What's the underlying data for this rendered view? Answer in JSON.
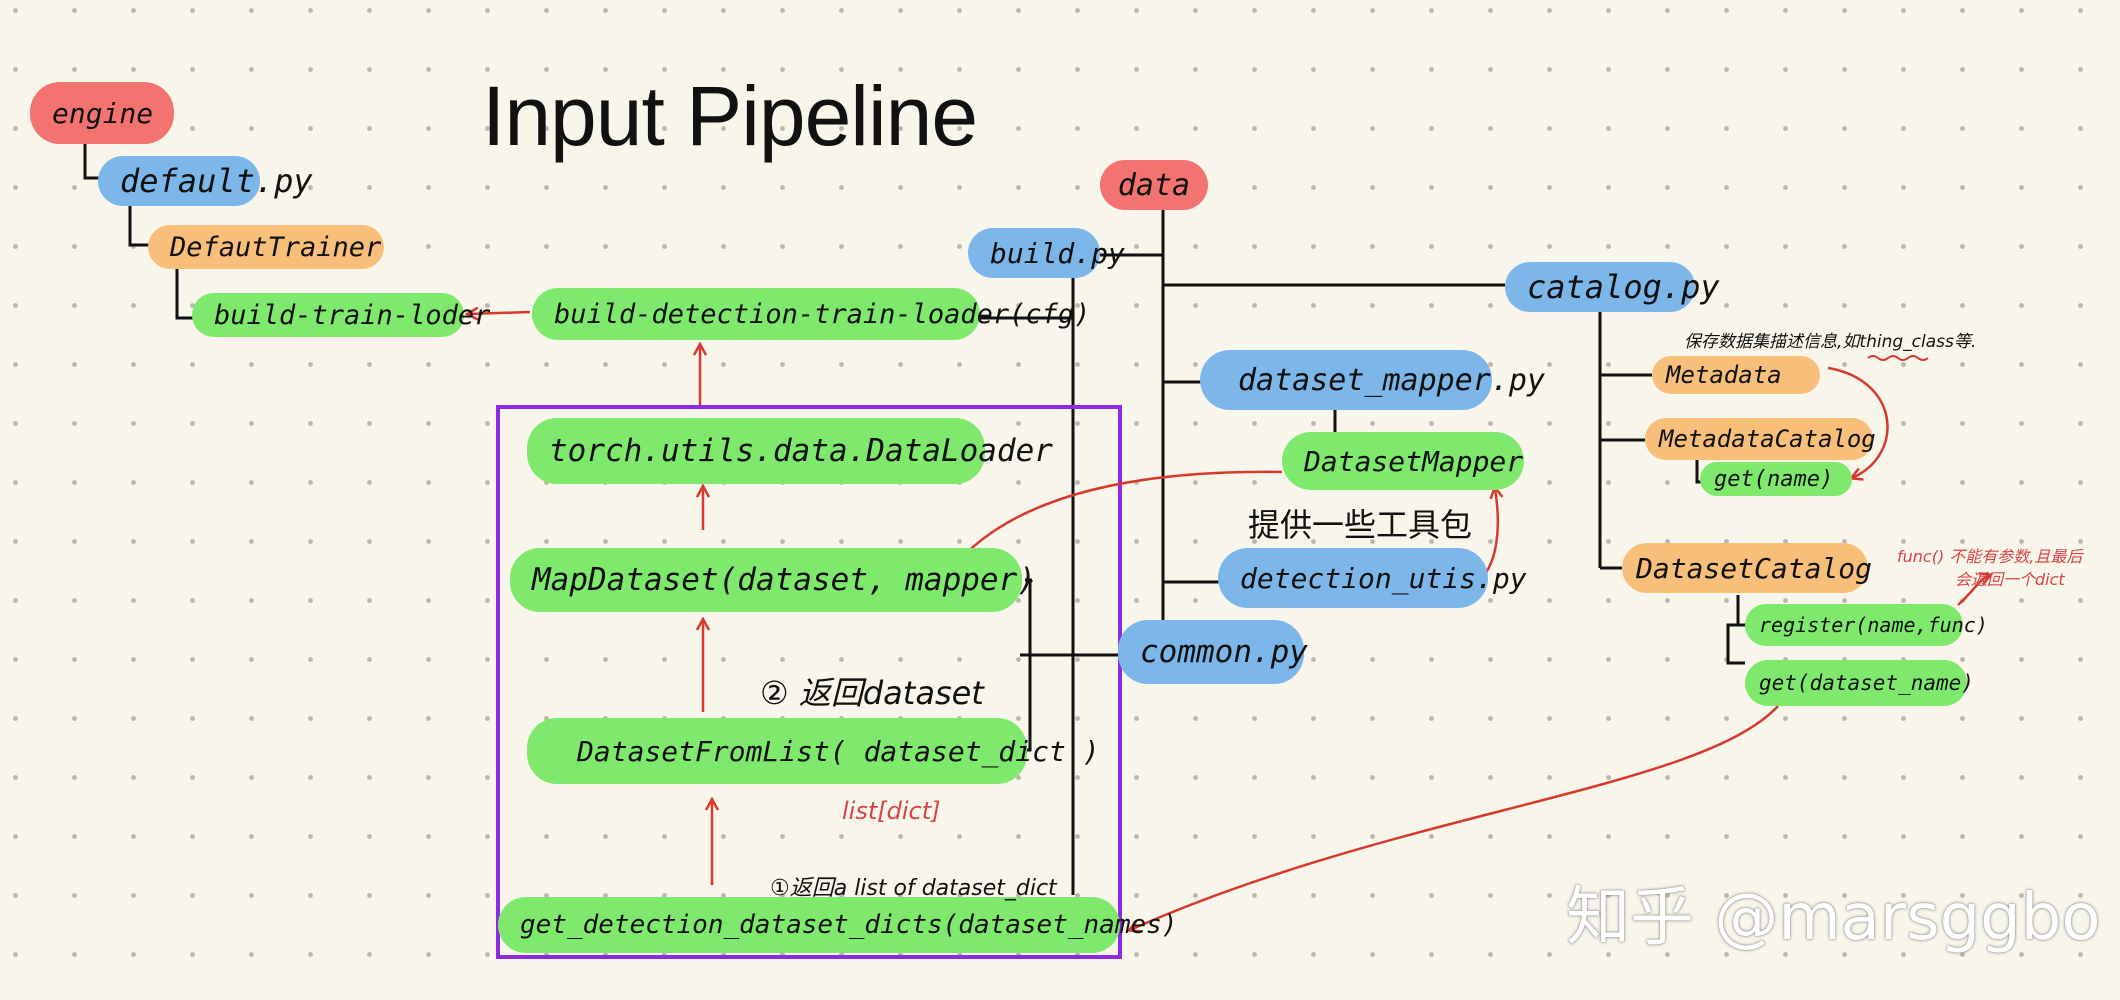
{
  "title": "Input Pipeline",
  "nodes": {
    "engine": "engine",
    "default_py": "default.py",
    "default_trainer": "DefautTrainer",
    "build_train_loader": "build-train-loder",
    "build_detection_train_loader": "build-detection-train-loader(cfg)",
    "dataloader": "torch.utils.data.DataLoader",
    "map_dataset": "MapDataset(dataset, mapper)",
    "dataset_from_list": "DatasetFromList( dataset_dict )",
    "get_detection_dataset_dicts": "get_detection_dataset_dicts(dataset_names)",
    "data": "data",
    "build_py": "build.py",
    "dataset_mapper_py": "dataset_mapper.py",
    "dataset_mapper": "DatasetMapper",
    "detection_utils_py": "detection_utis.py",
    "common_py": "common.py",
    "catalog_py": "catalog.py",
    "metadata": "Metadata",
    "metadata_catalog": "MetadataCatalog",
    "get_name": "get(name)",
    "dataset_catalog": "DatasetCatalog",
    "register": "register(name,func)",
    "get_dataset_name": "get(dataset_name)"
  },
  "annotations": {
    "return_dataset": "② 返回dataset",
    "list_dict": "list[dict]",
    "return_list": "①返回a list of dataset_dict",
    "tools": "提供一些工具包",
    "metadata_desc": "保存数据集描述信息,如thing_class等.",
    "func_note_1": "func() 不能有参数,且最后",
    "func_note_2": "会返回一个dict"
  },
  "watermark": "知乎 @marsggbo",
  "colors": {
    "green": "#7ee96c",
    "blue": "#7db7ea",
    "orange": "#f7bf7a",
    "red": "#f27370",
    "purple_box": "#8d2be2",
    "arrow_red": "#d63a2f"
  }
}
